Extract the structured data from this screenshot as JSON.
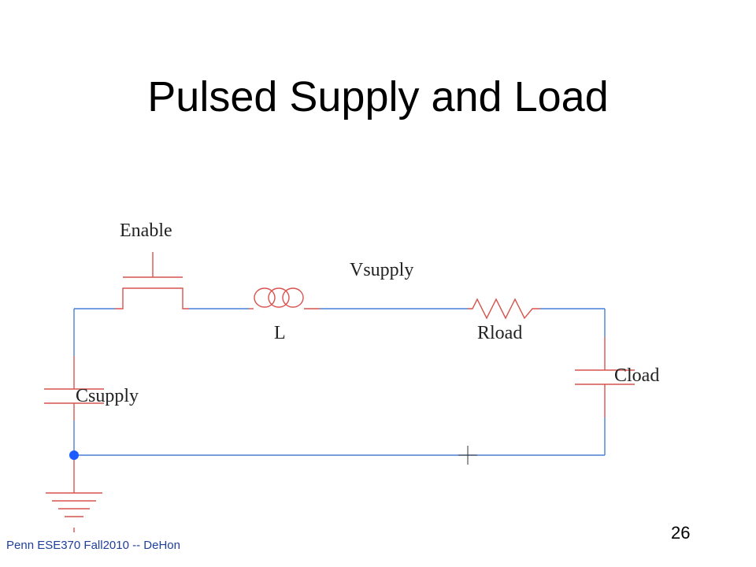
{
  "slide": {
    "title": "Pulsed Supply and Load",
    "footer": "Penn ESE370 Fall2010 -- DeHon",
    "page_number": "26"
  },
  "circuit": {
    "labels": {
      "enable": "Enable",
      "vsupply": "Vsupply",
      "inductor": "L",
      "rload": "Rload",
      "cload": "Cload",
      "csupply": "Csupply"
    },
    "colors": {
      "wire": "#4a7fd6",
      "component": "#d9534f",
      "node": "#1a5cff"
    }
  }
}
